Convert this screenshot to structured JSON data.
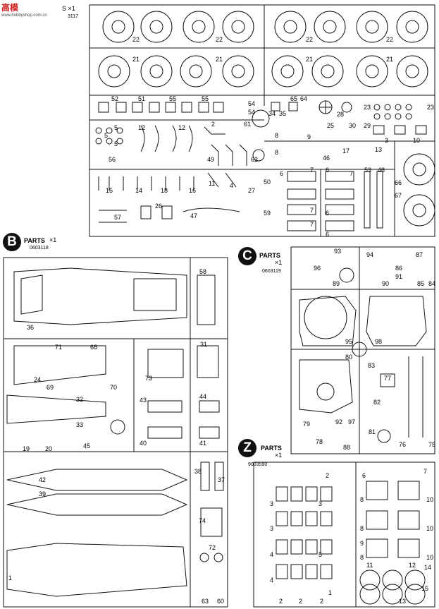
{
  "watermark": {
    "glyph": "高",
    "brand": "模",
    "site": "www.hobbyshop.com.cn"
  },
  "colors": {
    "ink": "#000000",
    "paper": "#ffffff",
    "watermark": "#d02020"
  },
  "sprue_a": {
    "partsx": "S ×1",
    "code": "3117"
  },
  "sprue_b": {
    "letter": "B",
    "title": "PARTS",
    "count": "×1",
    "code": "0603118"
  },
  "sprue_c": {
    "letter": "C",
    "title": "PARTS",
    "count": "×1",
    "code": "0603119"
  },
  "sprue_z": {
    "letter": "Z",
    "title": "PARTS",
    "count": "×1",
    "code": "9003590"
  },
  "labels": {
    "a22a": "22",
    "a22b": "22",
    "a22c": "22",
    "a22d": "22",
    "a21a": "21",
    "a21b": "21",
    "a21c": "21",
    "a21d": "21",
    "a52": "52",
    "a51": "51",
    "a55a": "55",
    "a55b": "55",
    "a54a": "54",
    "a54b": "54",
    "a34": "34",
    "a35": "35",
    "a65": "65",
    "a64": "64",
    "a28": "28",
    "a23a": "23",
    "a23b": "23",
    "a5a": "5",
    "a5b": "5",
    "a5c": "5",
    "a12a": "12",
    "a12b": "12",
    "a2": "2",
    "a61": "61",
    "a8a": "8",
    "a9": "9",
    "a25": "25",
    "a30": "30",
    "a29": "29",
    "a3": "3",
    "a10": "10",
    "a56": "56",
    "a49": "49",
    "a62": "62",
    "a8b": "8",
    "a46": "46",
    "a17": "17",
    "a13": "13",
    "a6a": "6",
    "a7a": "7",
    "a6b": "6",
    "a7b": "7",
    "a53": "53",
    "a48": "48",
    "a66": "66",
    "a67": "67",
    "a15": "15",
    "a14": "14",
    "a18": "18",
    "a16": "16",
    "a11": "11",
    "a4": "4",
    "a27": "27",
    "a50": "50",
    "a57": "57",
    "a26": "26",
    "a47": "47",
    "a59": "59",
    "a6c": "6",
    "a7c": "7",
    "a6d": "6",
    "a7d": "7",
    "b36": "36",
    "b58": "58",
    "b71": "71",
    "b68": "68",
    "b31": "31",
    "b24": "24",
    "b69": "69",
    "b70": "70",
    "b73": "73",
    "b32": "32",
    "b43": "43",
    "b44": "44",
    "b33": "33",
    "b19": "19",
    "b20": "20",
    "b45": "45",
    "b40": "40",
    "b41": "41",
    "b42": "42",
    "b39": "39",
    "b38": "38",
    "b37": "37",
    "b74": "74",
    "b72": "72",
    "b1": "1",
    "b63": "63",
    "b60": "60",
    "c93": "93",
    "c94": "94",
    "c96": "96",
    "c89": "89",
    "c86": "86",
    "c87": "87",
    "c91": "91",
    "c90": "90",
    "c85": "85",
    "c84": "84",
    "c95": "95",
    "c98": "98",
    "c80": "80",
    "c83": "83",
    "c77": "77",
    "c82": "82",
    "c81": "81",
    "c79": "79",
    "c78": "78",
    "c92": "92",
    "c97": "97",
    "c88": "88",
    "c76": "76",
    "c75": "75",
    "z6": "6",
    "z7": "7",
    "z2a": "2",
    "z8a": "8",
    "z10a": "10",
    "z3a": "3",
    "z3b": "3",
    "z8b": "8",
    "z10b": "10",
    "z3c": "3",
    "z8c": "8",
    "z10c": "10",
    "z4a": "4",
    "z5": "5",
    "z9": "9",
    "z4b": "4",
    "z11": "11",
    "z12": "12",
    "z14": "14",
    "z15": "15",
    "z13": "13",
    "z2b": "2",
    "z2c": "2",
    "z2d": "2",
    "z1": "1"
  }
}
